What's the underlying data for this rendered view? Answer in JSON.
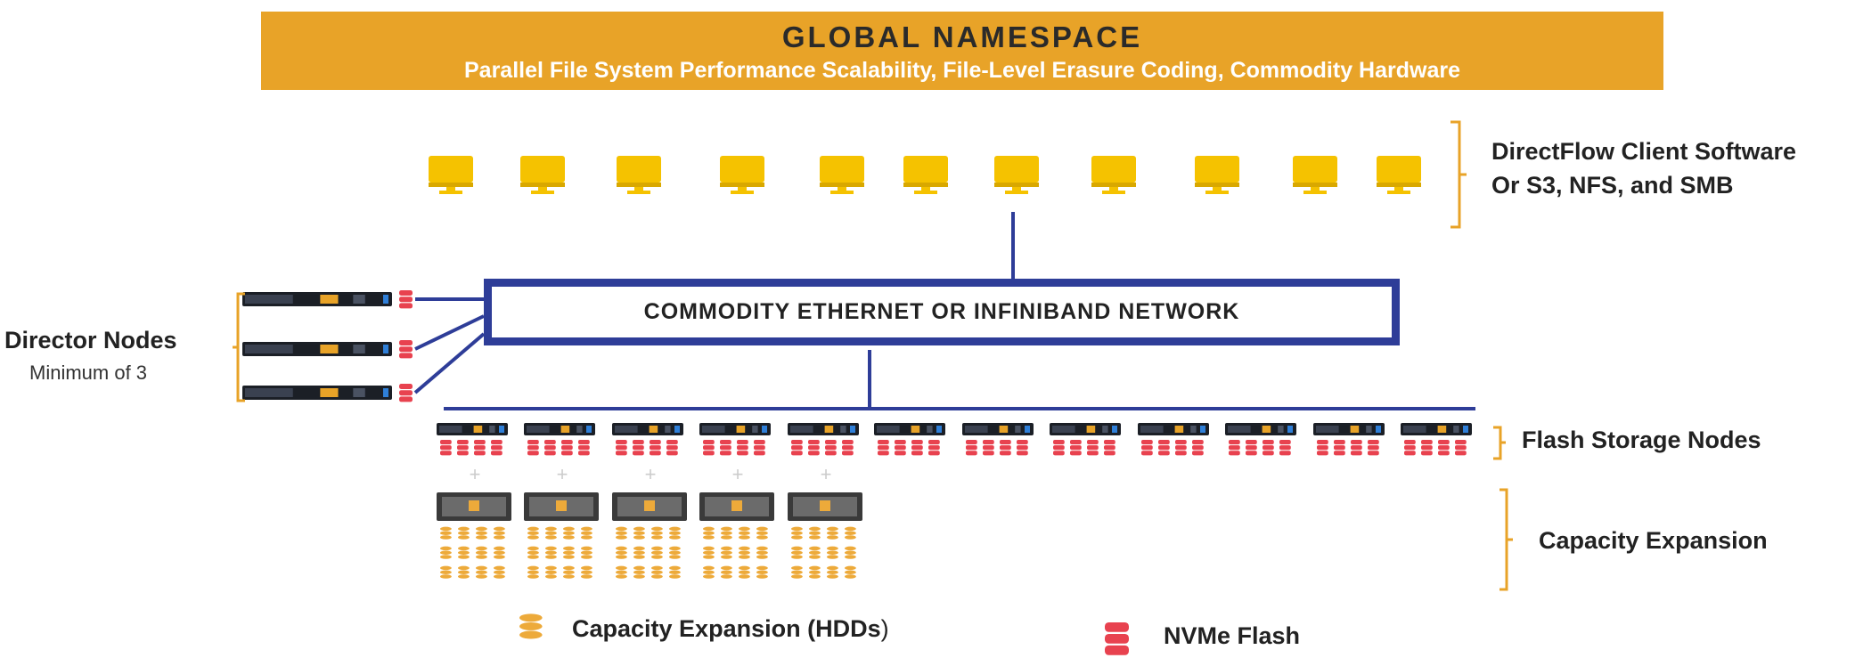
{
  "banner": {
    "title": "GLOBAL NAMESPACE",
    "subtitle": "Parallel File System Performance Scalability, File-Level Erasure Coding, Commodity Hardware"
  },
  "clients": {
    "count": 11,
    "label_line1": "DirectFlow Client Software",
    "label_line2": "Or S3, NFS, and SMB"
  },
  "network": {
    "label": "COMMODITY ETHERNET OR INFINIBAND NETWORK"
  },
  "director": {
    "title": "Director Nodes",
    "subtitle": "Minimum of 3",
    "count": 3
  },
  "flash_nodes": {
    "label": "Flash  Storage Nodes",
    "count": 12
  },
  "capacity": {
    "label": "Capacity Expansion",
    "count": 5
  },
  "legend": {
    "hdd_label": "Capacity Expansion (HDDs",
    "hdd_paren": ")",
    "nvme_label": "NVMe Flash"
  },
  "colors": {
    "gold": "#E8A328",
    "monitor": "#F5C200",
    "navy": "#2E3D98",
    "nvme_red": "#E8424F",
    "hdd_gold": "#EDAA3A"
  }
}
